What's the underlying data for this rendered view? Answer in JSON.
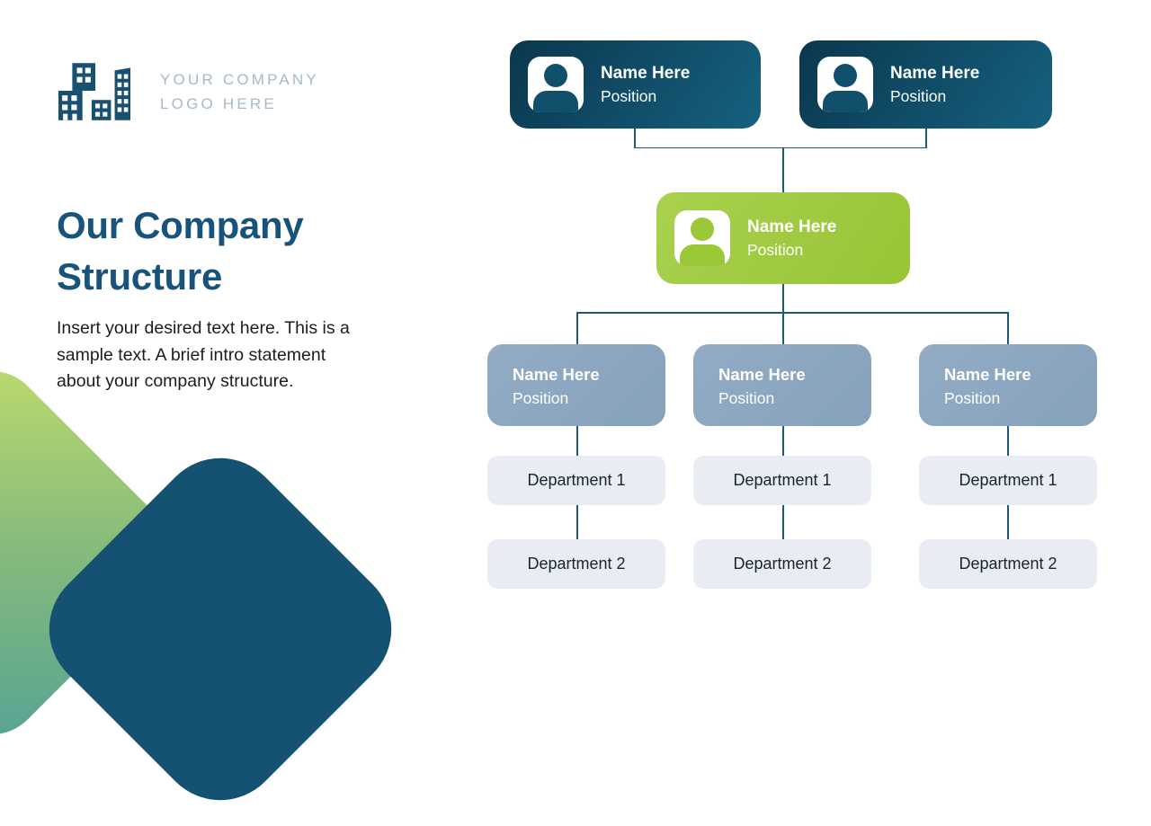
{
  "logo": {
    "icon": "buildings-icon",
    "line1": "YOUR COMPANY",
    "line2": "LOGO HERE"
  },
  "header": {
    "title_lines": [
      "Our Company",
      "Structure"
    ],
    "intro_lines": [
      "Insert your desired text here. This is a",
      "sample text. A brief intro statement",
      "about your company structure."
    ]
  },
  "org_chart": {
    "executives": [
      {
        "name": "Name Here",
        "position": "Position"
      },
      {
        "name": "Name Here",
        "position": "Position"
      }
    ],
    "lead": {
      "name": "Name Here",
      "position": "Position"
    },
    "managers": [
      {
        "name": "Name Here",
        "position": "Position",
        "departments": [
          "Department 1",
          "Department 2"
        ]
      },
      {
        "name": "Name Here",
        "position": "Position",
        "departments": [
          "Department 1",
          "Department 2"
        ]
      },
      {
        "name": "Name Here",
        "position": "Position",
        "departments": [
          "Department 1",
          "Department 2"
        ]
      }
    ]
  },
  "colors": {
    "exec_box_dark": "#0b374e",
    "exec_box_light": "#15617f",
    "lead_box_green": "#9fca3f",
    "manager_box_blue_gray": "#8ca6c0",
    "department_box_bg": "#e9edf3",
    "connector_line": "#1e5a77",
    "title_text": "#17537a",
    "logo_text": "#a6b9c8",
    "decor_teal": "#155170",
    "decor_green_start": "#b2d44e",
    "decor_green_end": "#2e8d7f"
  }
}
